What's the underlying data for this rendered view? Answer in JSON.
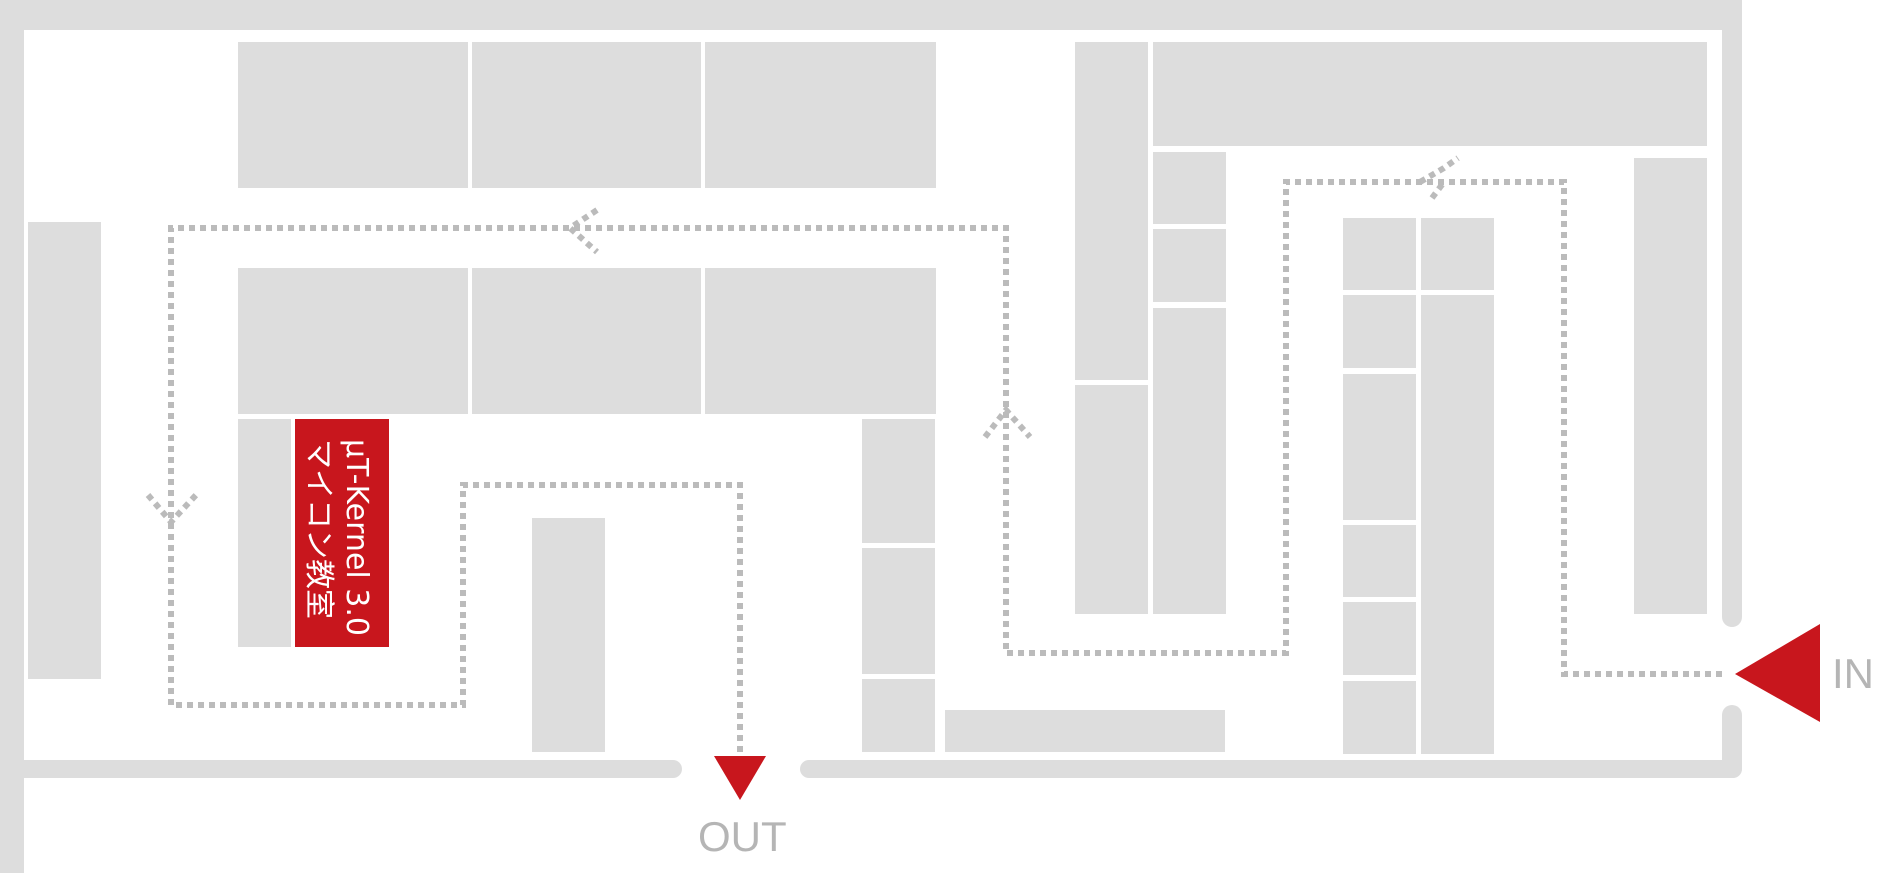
{
  "map": {
    "highlight": {
      "line1": "μT-Kernel 3.0",
      "line2": "マイコン教室",
      "color": "#c8161d"
    },
    "entrance_label": "IN",
    "exit_label": "OUT",
    "booth_color": "#dddddd",
    "route_color": "#bbbbbb",
    "marker_color": "#c8161d"
  }
}
